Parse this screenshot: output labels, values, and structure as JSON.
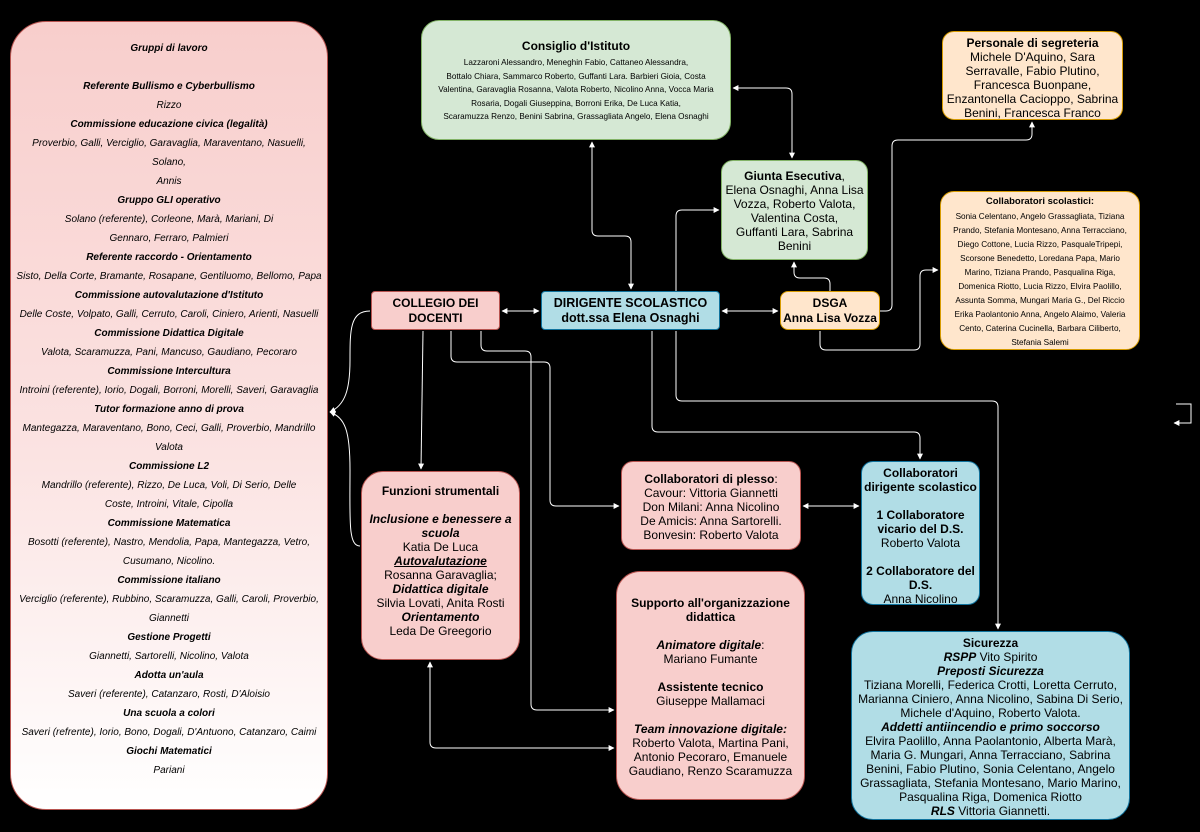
{
  "gruppi": {
    "lines": [
      {
        "t": "Gruppi di lavoro",
        "s": "bi"
      },
      {
        "t": "",
        "s": "i"
      },
      {
        "t": "Referente Bullismo e Cyberbullismo",
        "s": "bi"
      },
      {
        "t": "Rizzo",
        "s": "i"
      },
      {
        "t": "Commissione educazione civica (legalità)",
        "s": "bi"
      },
      {
        "t": "Proverbio, Galli, Verciglio, Garavaglia, Maraventano, Nasuelli, Solano,",
        "s": "i"
      },
      {
        "t": "Annis",
        "s": "i"
      },
      {
        "t": "Gruppo GLI operativo",
        "s": "bi"
      },
      {
        "t": "Solano (referente), Corleone, Marà, Mariani, Di",
        "s": "i"
      },
      {
        "t": "Gennaro, Ferraro, Palmieri",
        "s": "i"
      },
      {
        "t": "Referente raccordo - Orientamento",
        "s": "bi"
      },
      {
        "t": "Sisto, Della Corte, Bramante, Rosapane, Gentiluomo, Bellomo, Papa",
        "s": "i"
      },
      {
        "t": "Commissione autovalutazione d'Istituto",
        "s": "bi"
      },
      {
        "t": "Delle Coste, Volpato, Galli, Cerruto, Caroli, Ciniero, Arienti, Nasuelli",
        "s": "i"
      },
      {
        "t": "Commissione Didattica Digitale",
        "s": "bi"
      },
      {
        "t": "Valota,  Scaramuzza, Pani, Mancuso, Gaudiano, Pecoraro",
        "s": "i"
      },
      {
        "t": "Commissione Intercultura",
        "s": "bi"
      },
      {
        "t": "Introini (referente), Iorio, Dogali, Borroni, Morelli, Saveri, Garavaglia",
        "s": "i"
      },
      {
        "t": "Tutor formazione anno di prova",
        "s": "bi"
      },
      {
        "t": "Mantegazza, Maraventano, Bono, Ceci, Galli, Proverbio, Mandrillo",
        "s": "i"
      },
      {
        "t": "Valota",
        "s": "i"
      },
      {
        "t": "Commissione L2",
        "s": "bi"
      },
      {
        "t": "Mandrillo (referente), Rizzo, De Luca, Voli, Di Serio, Delle",
        "s": "i"
      },
      {
        "t": "Coste, Introini, Vitale, Cipolla",
        "s": "i"
      },
      {
        "t": "Commissione Matematica",
        "s": "bi"
      },
      {
        "t": "Bosotti (referente), Nastro, Mendolia, Papa, Mantegazza, Vetro,",
        "s": "i"
      },
      {
        "t": "Cusumano, Nicolino.",
        "s": "i"
      },
      {
        "t": "Commissione italiano",
        "s": "bi"
      },
      {
        "t": "Verciglio (referente), Rubbino,  Scaramuzza,  Galli, Caroli, Proverbio,",
        "s": "i"
      },
      {
        "t": "Giannetti",
        "s": "i"
      },
      {
        "t": "Gestione Progetti",
        "s": "bi"
      },
      {
        "t": "Giannetti, Sartorelli, Nicolino, Valota",
        "s": "i"
      },
      {
        "t": "Adotta un'aula",
        "s": "bi"
      },
      {
        "t": "Saveri (referente), Catanzaro, Rosti, D'Aloisio",
        "s": "i"
      },
      {
        "t": "Una scuola a colori",
        "s": "bi"
      },
      {
        "t": "Saveri (refrente),  Iorio, Bono, Dogali, D'Antuono, Catanzaro, Caimi",
        "s": "i"
      },
      {
        "t": "Giochi Matematici",
        "s": "bi"
      },
      {
        "t": "Pariani",
        "s": "i"
      }
    ]
  },
  "consiglio": {
    "title": "Consiglio d'Istituto",
    "lines": [
      "Lazzaroni Alessandro, Meneghin Fabio, Cattaneo Alessandra,",
      "Bottalo Chiara, Sammarco Roberto, Guffanti Lara. Barbieri Gioia, Costa",
      "Valentina, Garavaglia Rosanna, Valota Roberto, Nicolino Anna, Vocca Maria",
      "Rosaria, Dogali Giuseppina, Borroni Erika, De Luca Katia,",
      "Scaramuzza Renzo,  Benini Sabrina, Grassagliata Angelo, Elena Osnaghi"
    ]
  },
  "segreteria": {
    "title": "Personale di segreteria",
    "lines": [
      "Michele D'Aquino, Sara",
      "Serravalle, Fabio Plutino,",
      "Francesca Buonpane,",
      "Enzantonella Cacioppo, Sabrina",
      "Benini, Francesca Franco"
    ]
  },
  "giunta": {
    "title": "Giunta Esecutiva",
    "title_suffix": ",",
    "lines": [
      "Elena Osnaghi, Anna Lisa",
      "Vozza, Roberto Valota,",
      "Valentina Costa,",
      "Guffanti Lara, Sabrina",
      "Benini"
    ]
  },
  "collabsc": {
    "title": "Collaboratori scolastici:",
    "lines": [
      "Sonia Celentano, Angelo Grassagliata, Tiziana",
      "Prando, Stefania Montesano,  Anna Terracciano,",
      "Diego Cottone, Lucia Rizzo, PasqualeTripepi,",
      "Scorsone Benedetto, Loredana Papa, Mario",
      "Marino, Tiziana Prando, Pasqualina Riga,",
      "Domenica Riotto, Lucia Rizzo, Elvira Paolillo,",
      "Assunta Somma, Mungari Maria G., Del Riccio",
      "Erika Paolantonio Anna, Angelo Alaimo, Valeria",
      "Cento, Caterina Cucinella, Barbara Ciliberto,",
      "Stefania Salemi"
    ]
  },
  "collegio": {
    "lines": [
      "COLLEGIO DEI",
      "DOCENTI"
    ]
  },
  "dirigente": {
    "lines": [
      "DIRIGENTE SCOLASTICO",
      "dott.ssa Elena Osnaghi"
    ]
  },
  "dsga": {
    "lines": [
      "DSGA",
      "Anna Lisa Vozza"
    ]
  },
  "funzioni": {
    "lines": [
      {
        "t": "Funzioni strumentali",
        "s": "b"
      },
      {
        "t": "",
        "s": ""
      },
      {
        "t": "Inclusione e benessere a",
        "s": "bi"
      },
      {
        "t": "scuola",
        "s": "bi"
      },
      {
        "t": "Katia De Luca",
        "s": ""
      },
      {
        "t": "Autovalutazione",
        "s": "bi u"
      },
      {
        "t": "Rosanna Garavaglia;",
        "s": ""
      },
      {
        "t": "Didattica digitale",
        "s": "bi"
      },
      {
        "t": "Silvia Lovati, Anita Rosti",
        "s": ""
      },
      {
        "t": "Orientamento",
        "s": "bi"
      },
      {
        "t": "Leda De Greegorio",
        "s": ""
      }
    ]
  },
  "plesso": {
    "title": "Collaboratori di plesso",
    "title_suffix": ":",
    "lines": [
      "Cavour: Vittoria Giannetti",
      "Don Milani: Anna Nicolino",
      "De Amicis: Anna Sartorelli.",
      "Bonvesin:  Roberto Valota"
    ]
  },
  "collabds": {
    "lines": [
      {
        "t": "Collaboratori",
        "s": "b"
      },
      {
        "t": "dirigente scolastico",
        "s": "b"
      },
      {
        "t": "",
        "s": ""
      },
      {
        "t": "1 Collaboratore",
        "s": "b"
      },
      {
        "t": "vicario del D.S.",
        "s": "b"
      },
      {
        "t": "Roberto Valota",
        "s": ""
      },
      {
        "t": "",
        "s": ""
      },
      {
        "t": "2 Collaboratore del",
        "s": "b"
      },
      {
        "t": "D.S.",
        "s": "b"
      },
      {
        "t": "Anna Nicolino",
        "s": ""
      }
    ]
  },
  "supporto": {
    "lines": [
      {
        "t": "Supporto all'organizzazione",
        "s": "b"
      },
      {
        "t": "didattica",
        "s": "b"
      },
      {
        "t": "",
        "s": ""
      },
      {
        "t": "Animatore digitale",
        "s": "bi",
        "suffix": ":"
      },
      {
        "t": "Mariano Fumante",
        "s": ""
      },
      {
        "t": "",
        "s": ""
      },
      {
        "t": "Assistente tecnico",
        "s": "b"
      },
      {
        "t": "Giuseppe Mallamaci",
        "s": ""
      },
      {
        "t": "",
        "s": ""
      },
      {
        "t": "Team innovazione digitale:",
        "s": "bi"
      },
      {
        "t": "Roberto Valota, Martina Pani,",
        "s": ""
      },
      {
        "t": "Antonio Pecoraro, Emanuele",
        "s": ""
      },
      {
        "t": "Gaudiano, Renzo Scaramuzza",
        "s": ""
      }
    ]
  },
  "sicurezza": {
    "lines": [
      {
        "t": "Sicurezza",
        "s": "b"
      },
      {
        "t": "RSPP",
        "s": "bi",
        "rest": " Vito Spirito"
      },
      {
        "t": "Preposti Sicurezza",
        "s": "bi"
      },
      {
        "t": "Tiziana Morelli,  Federica Crotti, Loretta Cerruto,",
        "s": ""
      },
      {
        "t": "Marianna Ciniero, Anna Nicolino, Sabina Di Serio,",
        "s": ""
      },
      {
        "t": "Michele d'Aquino, Roberto Valota.",
        "s": ""
      },
      {
        "t": "Addetti antiincendio e primo soccorso",
        "s": "bi"
      },
      {
        "t": "Elvira Paolillo, Anna Paolantonio, Alberta Marà,",
        "s": ""
      },
      {
        "t": "Maria G. Mungari,  Anna Terracciano, Sabrina",
        "s": ""
      },
      {
        "t": "Benini, Fabio Plutino, Sonia Celentano, Angelo",
        "s": ""
      },
      {
        "t": "Grassagliata, Stefania Montesano, Mario Marino,",
        "s": ""
      },
      {
        "t": "Pasqualina Riga, Domenica Riotto",
        "s": ""
      },
      {
        "t": "RLS",
        "s": "bi",
        "rest": " Vittoria Giannetti."
      }
    ]
  },
  "colors": {
    "background": "#000000",
    "pink": "#f8cecc",
    "green": "#d5e8d4",
    "orange": "#ffe6cc",
    "cyan": "#b1dde6",
    "connector": "#ffffff"
  }
}
